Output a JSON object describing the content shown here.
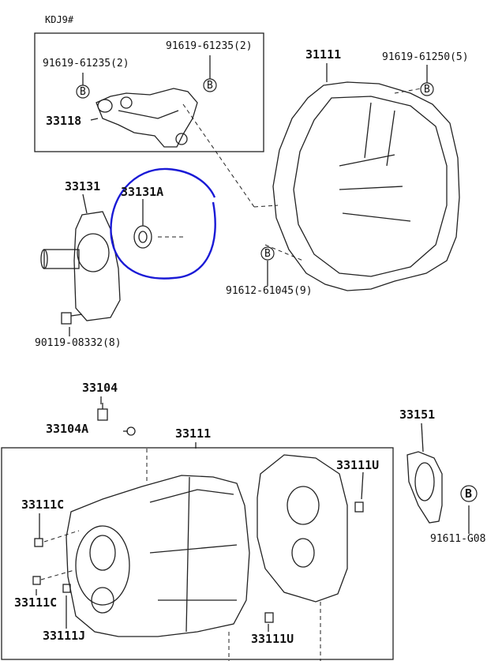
{
  "header": {
    "model_code": "KDJ9#"
  },
  "labels": {
    "p91619_61235_right": "91619-61235(2)",
    "p91619_61235_left": "91619-61235(2)",
    "p33118": "33118",
    "p31111": "31111",
    "p91619_61250": "91619-61250(5)",
    "p33131": "33131",
    "p33131A": "33131A",
    "p91612_61045": "91612-61045(9)",
    "p90119_08332": "90119-08332(8)",
    "p33104": "33104",
    "p33104A": "33104A",
    "p33111": "33111",
    "p33151": "33151",
    "p33111U_top": "33111U",
    "p33111C_top": "33111C",
    "p33111C_bottom": "33111C",
    "p33111J": "33111J",
    "p33111U_bottom": "33111U",
    "p91611_G08": "91611-G08"
  },
  "markers": {
    "bolt_ref": "B"
  },
  "colors": {
    "highlight_circle": "#1a1ad6",
    "line": "#222222"
  }
}
